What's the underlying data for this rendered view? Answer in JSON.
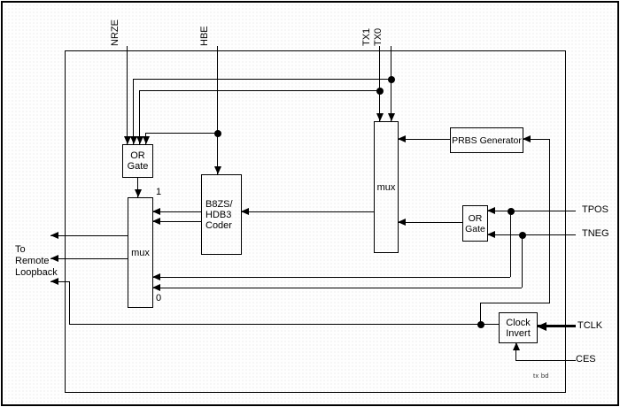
{
  "colors": {
    "line": "#000000",
    "background": "#ffffff",
    "text": "#000000"
  },
  "top_labels": {
    "nrze": "NRZE",
    "hbe": "HBE",
    "tx1": "TX1",
    "tx0": "TX0"
  },
  "right_labels": {
    "tpos": "TPOS",
    "tneg": "TNEG",
    "tclk": "TCLK",
    "ces": "CES"
  },
  "left_label": {
    "line1": "To",
    "line2": "Remote",
    "line3": "Loopback"
  },
  "blocks": {
    "or_gate_left": {
      "line1": "OR",
      "line2": "Gate"
    },
    "b8zs_hdb3_coder": {
      "line1": "B8ZS/",
      "line2": "HDB3",
      "line3": "Coder"
    },
    "mux_left": {
      "label": "mux",
      "input_1": "1",
      "input_0": "0"
    },
    "mux_right": {
      "label": "mux"
    },
    "prbs_generator": {
      "label": "PRBS Generator"
    },
    "or_gate_right": {
      "line1": "OR",
      "line2": "Gate"
    },
    "clock_invert": {
      "line1": "Clock",
      "line2": "Invert"
    }
  },
  "note": "tx bd"
}
